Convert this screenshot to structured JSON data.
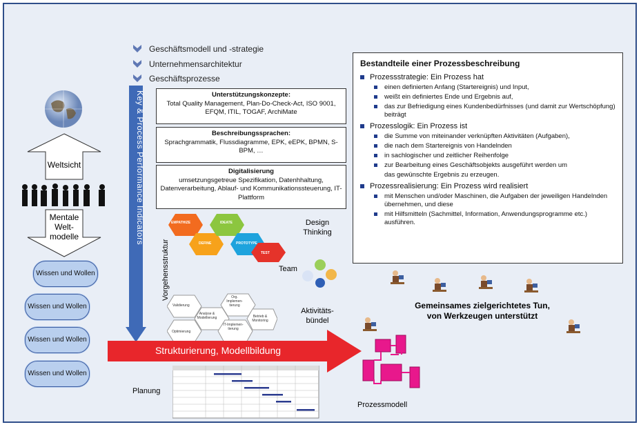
{
  "top_items": [
    "Geschäftsmodell und -strategie",
    "Unternehmensarchitektur",
    "Geschäftsprozesse"
  ],
  "vertical_label": "Key & Process Performance Indicators",
  "boxes": [
    {
      "title": "Unterstützungskonzepte:",
      "body": "Total Quality Management, Plan-Do-Check-Act, ISO 9001, EFQM, ITIL, TOGAF, ArchiMate"
    },
    {
      "title": "Beschreibungssprachen:",
      "body": "Sprachgrammatik, Flussdiagramme, EPK, eEPK, BPMN, S-BPM, …"
    },
    {
      "title": "Digitalisierung",
      "body": "umsetzungsgetreue Spezifikation, Datenhhaltung, Datenverarbeitung, Ablauf- und Kommunikationssteuerung, IT-Plattform"
    }
  ],
  "left": {
    "weltsicht": "Weltsicht",
    "mentale": "Mentale Welt-modelle",
    "clouds": [
      "Wissen und Wollen",
      "Wissen und Wollen",
      "Wissen und Wollen",
      "Wissen und Wollen"
    ]
  },
  "design": {
    "vorgehen": "Vorgehensstruktur",
    "design_thinking": "Design Thinking",
    "team": "Team",
    "aktivitaet": "Aktivitäts-bündel",
    "planung": "Planung",
    "hex": [
      "EMPATHIZE",
      "DEFINE",
      "IDEATE",
      "PROTOTYPE",
      "TEST"
    ],
    "bundles": [
      "Validierung",
      "Org. Implemen-tierung",
      "Analyse & Modellierung",
      "Betrieb & Monitoring",
      "Optimierung",
      "IT-Implemen-tierung"
    ]
  },
  "description": {
    "title": "Bestandteile einer Prozessbeschreibung",
    "sections": [
      {
        "head": "Prozessstrategie: Ein Prozess hat",
        "items": [
          "einen definierten Anfang (Startereignis) und Input,",
          "weißt ein definiertes Ende und Ergebnis auf,",
          "das zur Befriedigung eines Kundenbedürfnisses (und damit zur Wertschöpfung) beiträgt"
        ]
      },
      {
        "head": "Prozesslogik: Ein Prozess ist",
        "items": [
          "die Summe von miteinander verknüpften Aktivitäten (Aufgaben),",
          "die nach dem Startereignis von Handelnden",
          "in sachlogischer und zeitlicher Reihenfolge",
          "zur Bearbeitung eines Geschäftsobjekts ausgeführt werden um",
          "das gewünschte Ergebnis zu erzeugen."
        ]
      },
      {
        "head": "Prozessrealisierung: Ein Prozess wird realisiert",
        "items": [
          "mit Menschen und/oder Maschinen, die Aufgaben der jeweiligen Handelnden übernehmen, und diese",
          "mit Hilfsmitteln (Sachmittel, Information, Anwendungsprogramme etc.) ausführen."
        ]
      }
    ]
  },
  "arrow_label": "Strukturierung, Modellbildung",
  "gemeinsam": "Gemeinsames zielgerichtetes Tun, von Werkzeugen unterstützt",
  "prozessmodell": "Prozessmodell",
  "colors": {
    "frame": "#2f4e8a",
    "bg": "#e9eef6",
    "arrow_red": "#e8262b",
    "arrow_blue": "#3f6ab7",
    "cloud": "#b9cfee",
    "magenta": "#e8188c"
  }
}
